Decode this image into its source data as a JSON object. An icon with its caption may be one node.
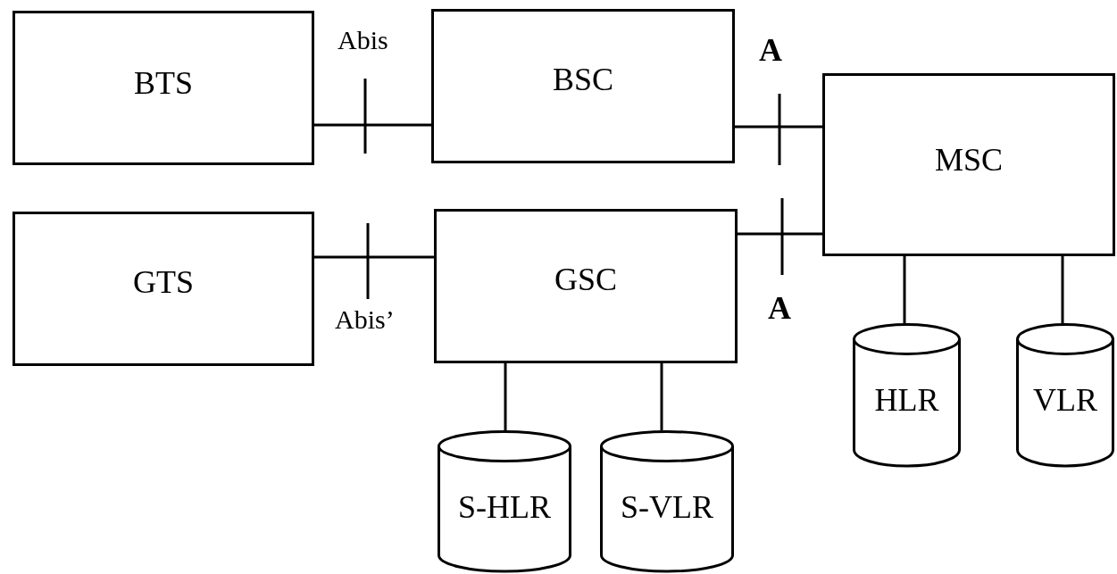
{
  "diagram": {
    "nodes": [
      {
        "text": [
          "BTS"
        ]
      },
      {
        "text": [
          "BSC"
        ]
      },
      {
        "text": [
          "MSC"
        ]
      },
      {
        "text": [
          "GTS"
        ]
      },
      {
        "text": [
          "GSC"
        ]
      },
      {
        "text": [
          "HLR"
        ]
      },
      {
        "text": [
          "VLR"
        ]
      },
      {
        "text": [
          "S-HLR"
        ]
      },
      {
        "text": [
          "S-VLR"
        ]
      }
    ],
    "edges": [
      {
        "from": 0,
        "to": 1,
        "arrow": "none",
        "label": "Abis"
      },
      {
        "from": 1,
        "to": 2,
        "arrow": "none",
        "label": "A"
      },
      {
        "from": 3,
        "to": 4,
        "arrow": "none",
        "label": "Abis’"
      },
      {
        "from": 4,
        "to": 2,
        "arrow": "none",
        "label": "A"
      },
      {
        "from": 2,
        "to": 5,
        "arrow": "none"
      },
      {
        "from": 2,
        "to": 6,
        "arrow": "none"
      },
      {
        "from": 4,
        "to": 7,
        "arrow": "none"
      },
      {
        "from": 4,
        "to": 8,
        "arrow": "none"
      }
    ]
  }
}
